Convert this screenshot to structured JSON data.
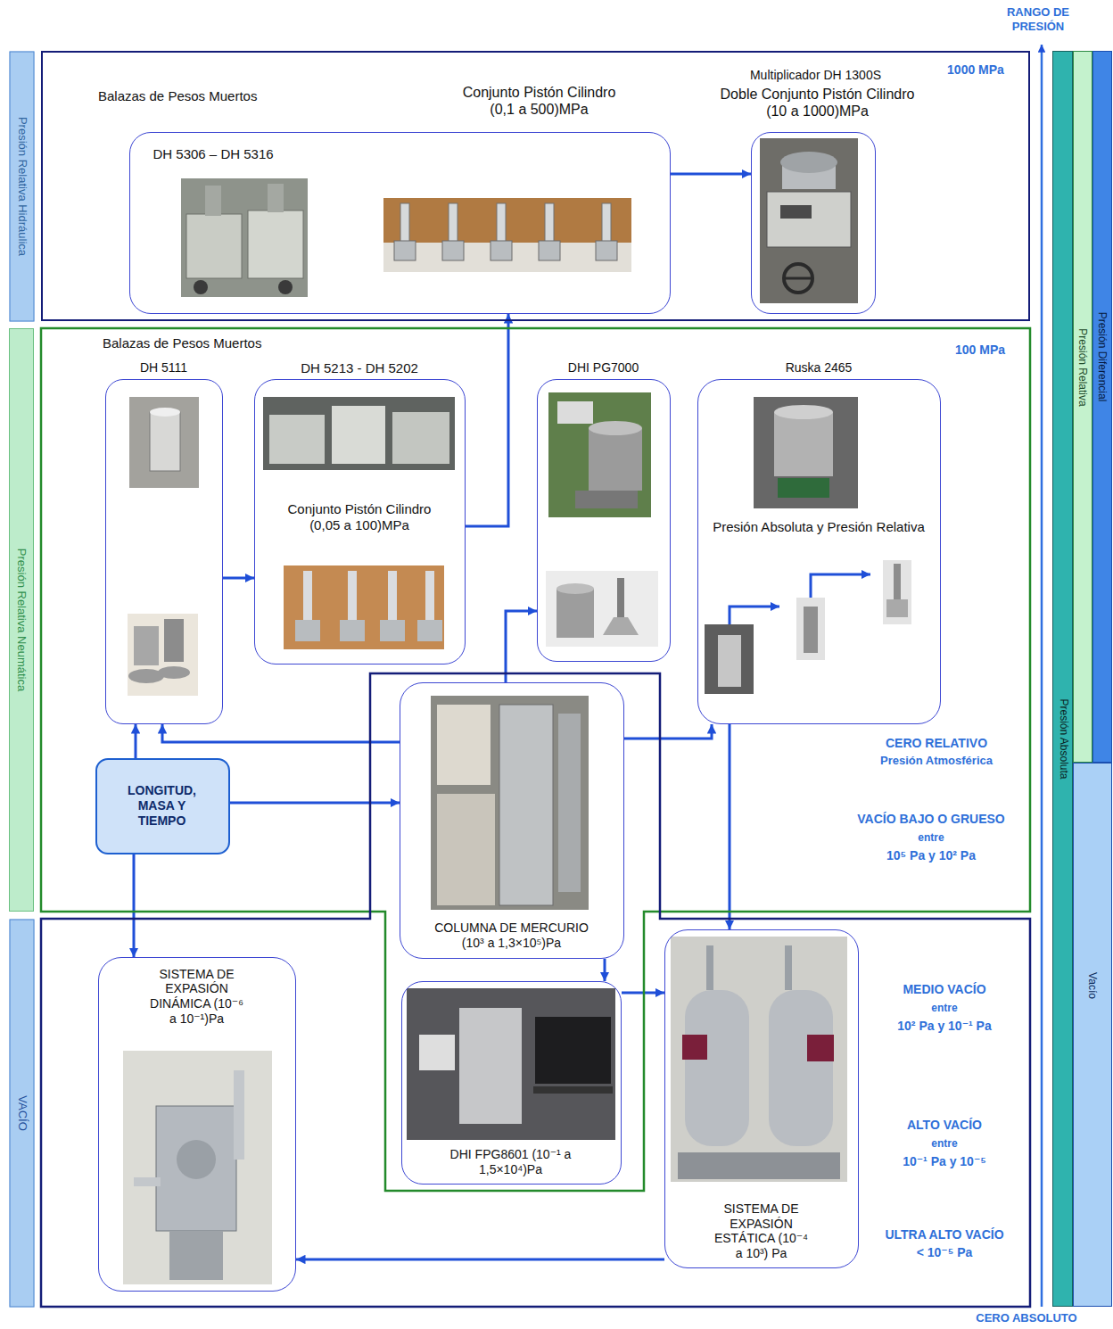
{
  "diagram": {
    "nodes": [
      {
        "text": [
          "Presión Relativa Hidráulica"
        ]
      },
      {
        "text": [
          "DH 5306 – DH 5316",
          "Conjunto Pistón Cilindro (0,1 a 500)MPa"
        ],
        "in": 0
      },
      {
        "text": [
          "Multiplicador DH 1300S",
          "Doble Conjunto Pistón Cilindro (10 a 1000)MPa"
        ],
        "in": 0
      },
      {
        "text": [
          "Presión Relativa Neumática"
        ]
      },
      {
        "text": [
          "DH 5111"
        ],
        "in": 3
      },
      {
        "text": [
          "DH 5213 - DH 5202",
          "Conjunto Pistón Cilindro (0,05 a 100)MPa"
        ],
        "in": 3
      },
      {
        "text": [
          "DHI PG7000"
        ],
        "in": 3
      },
      {
        "text": [
          "Ruska 2465",
          "Presión Absoluta y Presión Relativa"
        ],
        "in": 3
      },
      {
        "text": [
          "LONGITUD, MASA Y TIEMPO"
        ],
        "in": 3
      },
      {
        "text": [
          "COLUMNA DE MERCURIO (10³ a 1,3×10⁵)Pa"
        ],
        "in": 3
      },
      {
        "text": [
          "DHI FPG8601 (10⁻¹ a 1,5×10⁴)Pa"
        ],
        "in": 3
      },
      {
        "text": [
          "VACÍO"
        ]
      },
      {
        "text": [
          "SISTEMA DE EXPASIÓN DINÁMICA (10⁻⁶ a 10⁻¹)Pa"
        ],
        "in": 11
      },
      {
        "text": [
          "SISTEMA DE EXPASIÓN ESTÁTICA (10⁻⁴ a 10³) Pa"
        ],
        "in": 11
      },
      {
        "text": [
          "Presión Absoluta"
        ]
      },
      {
        "text": [
          "Presión Relativa"
        ]
      },
      {
        "text": [
          "Presión Diferencial"
        ]
      },
      {
        "text": [
          "Vacío"
        ]
      }
    ],
    "edges": [
      {
        "from": 1,
        "to": 2,
        "arrow": "to"
      },
      {
        "from": 5,
        "to": 1,
        "arrow": "to"
      },
      {
        "from": 4,
        "to": 5,
        "arrow": "to"
      },
      {
        "from": 8,
        "to": 4,
        "arrow": "to"
      },
      {
        "from": 9,
        "to": 4,
        "arrow": "to"
      },
      {
        "from": 8,
        "to": 9,
        "arrow": "to"
      },
      {
        "from": 8,
        "to": 12,
        "arrow": "to"
      },
      {
        "from": 9,
        "to": 6,
        "arrow": "to"
      },
      {
        "from": 9,
        "to": 7,
        "arrow": "to"
      },
      {
        "from": 7,
        "to": 13,
        "arrow": "to"
      },
      {
        "from": 9,
        "to": 10,
        "arrow": "to"
      },
      {
        "from": 10,
        "to": 13,
        "arrow": "to"
      },
      {
        "from": 13,
        "to": 12,
        "arrow": "to"
      }
    ],
    "labels": [
      "Balazas de Pesos Muertos",
      "1000 MPa",
      "Balazas de Pesos Muertos",
      "100 MPa",
      "CERO RELATIVO",
      "Presión Atmosférica",
      "VACÍO BAJO O GRUESO",
      "entre",
      "10⁵ Pa y 10² Pa",
      "MEDIO VACÍO",
      "entre",
      "10² Pa y 10⁻¹ Pa",
      "ALTO VACÍO",
      "entre",
      "10⁻¹ Pa y 10⁻⁵",
      "ULTRA ALTO VACÍO",
      "< 10⁻⁵ Pa",
      "RANGO DE PRESIÓN",
      "CERO ABSOLUTO"
    ]
  }
}
